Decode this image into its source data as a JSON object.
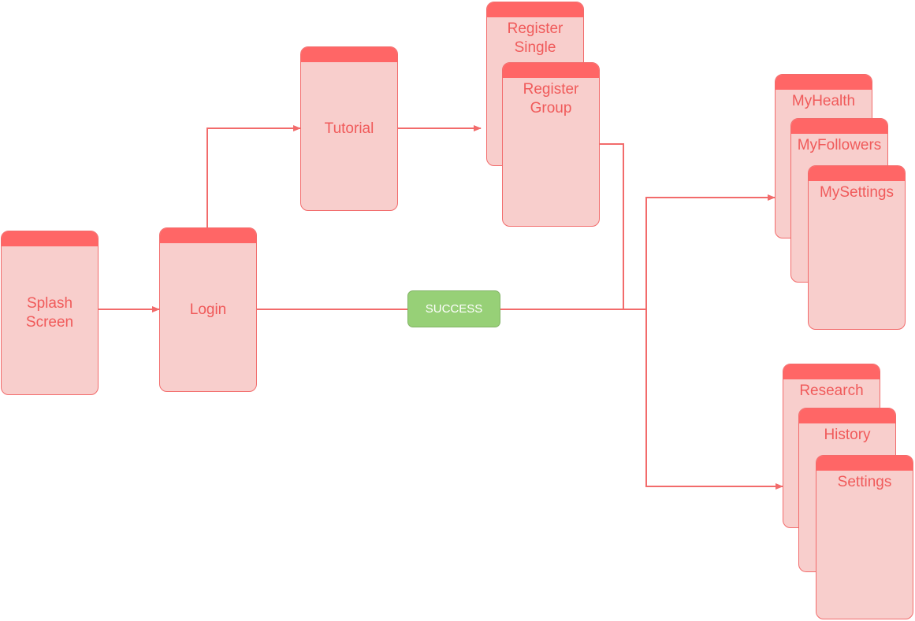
{
  "diagram": {
    "colors": {
      "screen_fill": "#f8cecc",
      "screen_header": "#ff6666",
      "screen_text": "#f05a5a",
      "edge": "#f26b6b",
      "success_fill": "#97d077",
      "success_text": "#ffffff"
    },
    "screens": {
      "splash": "Splash\nScreen",
      "login": "Login",
      "tutorial": "Tutorial",
      "register_single": "Register\nSingle",
      "register_group": "Register\nGroup",
      "myhealth": "MyHealth",
      "myfollowers": "MyFollowers",
      "mysettings": "MySettings",
      "research": "Research",
      "history": "History",
      "settings": "Settings"
    },
    "success_label": "SUCCESS"
  }
}
